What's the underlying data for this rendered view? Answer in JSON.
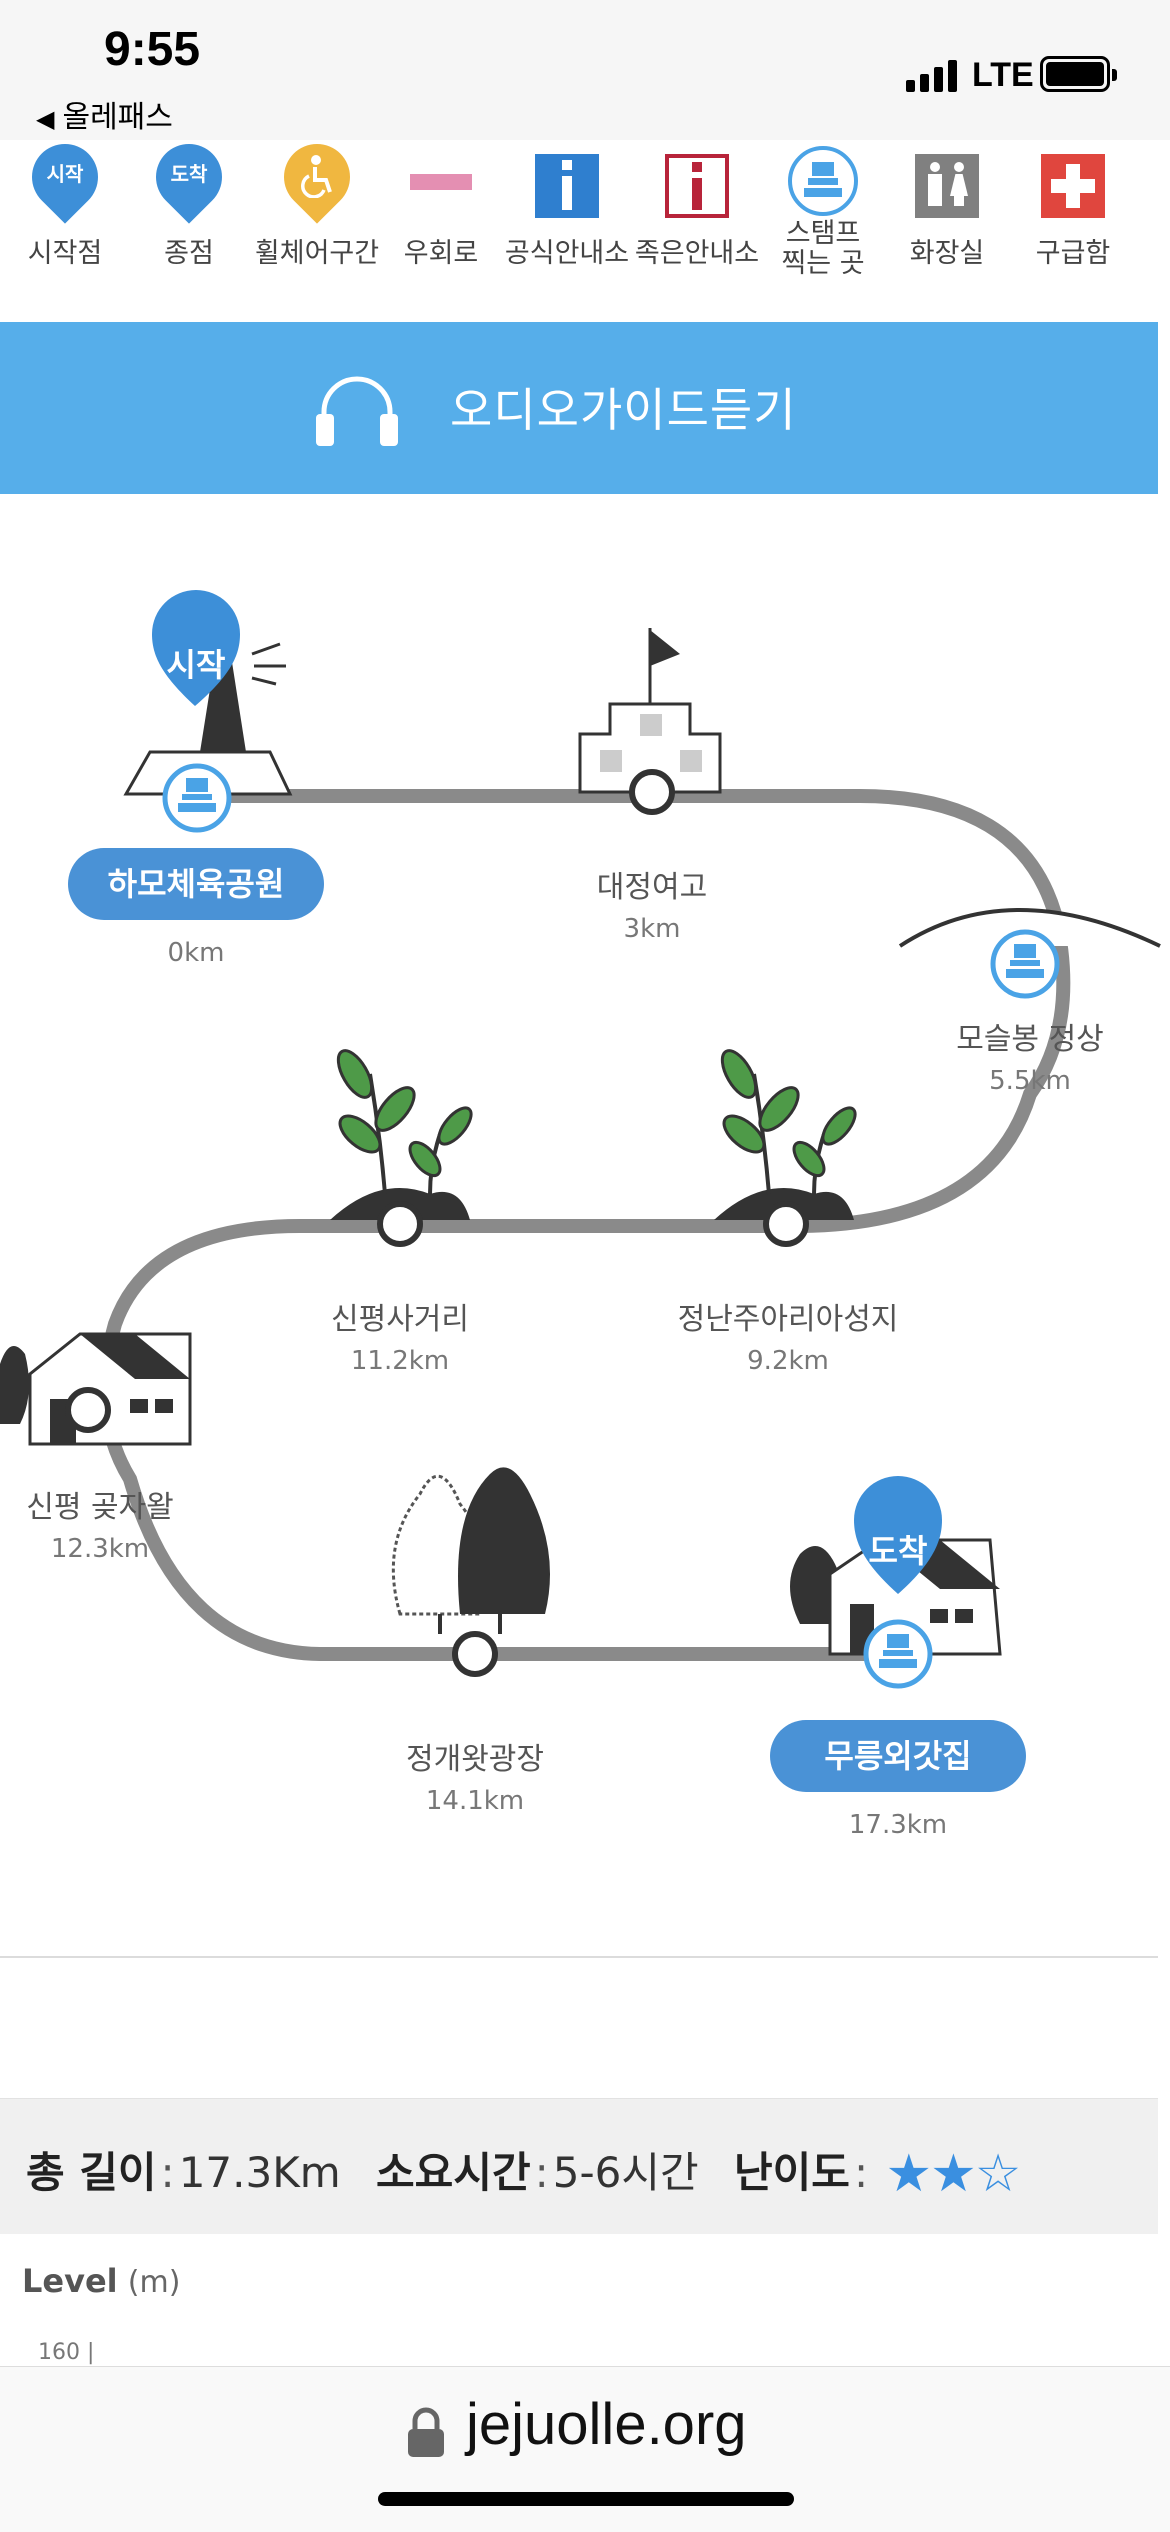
{
  "status_bar": {
    "time": "9:55",
    "back_label": "올레패스",
    "network": "LTE"
  },
  "legend": [
    {
      "label": "시작점",
      "icon": "start-pin-icon",
      "pin_text": "시작",
      "color": "#3d8fd8"
    },
    {
      "label": "종점",
      "icon": "end-pin-icon",
      "pin_text": "도착",
      "color": "#3d8fd8"
    },
    {
      "label": "휠체어구간",
      "icon": "wheelchair-pin-icon",
      "color": "#f0b740"
    },
    {
      "label": "우회로",
      "icon": "detour-line-icon",
      "color": "#e48fb2"
    },
    {
      "label": "공식안내소",
      "icon": "official-info-icon",
      "color": "#2f7fcf"
    },
    {
      "label": "족은안내소",
      "icon": "small-info-icon",
      "color": "#b8243a"
    },
    {
      "label_line1": "스탬프",
      "label_line2": "찍는 곳",
      "icon": "stamp-icon",
      "color": "#4aa3e6"
    },
    {
      "label": "화장실",
      "icon": "restroom-icon",
      "color": "#808080"
    },
    {
      "label": "구급함",
      "icon": "first-aid-icon",
      "color": "#e0463e"
    }
  ],
  "audio_guide": {
    "label": "오디오가이드듣기"
  },
  "route": {
    "start_pin": "시작",
    "end_pin": "도착",
    "stops": [
      {
        "name": "하모체육공원",
        "km": "0km"
      },
      {
        "name": "대정여고",
        "km": "3km"
      },
      {
        "name": "모슬봉 정상",
        "km": "5.5km"
      },
      {
        "name": "정난주아리아성지",
        "km": "9.2km"
      },
      {
        "name": "신평사거리",
        "km": "11.2km"
      },
      {
        "name": "신평 곶자왈",
        "km": "12.3km"
      },
      {
        "name": "정개왓광장",
        "km": "14.1km"
      },
      {
        "name": "무릉외갓집",
        "km": "17.3km"
      }
    ]
  },
  "info": {
    "length_label": "총 길이",
    "length_value": "17.3Km",
    "time_label": "소요시간",
    "time_value": "5-6시간",
    "difficulty_label": "난이도",
    "difficulty_filled": 2,
    "difficulty_max": 3,
    "stars_filled": "★★",
    "stars_empty": "☆"
  },
  "chart": {
    "level_label": "Level",
    "level_unit": "(m)",
    "tick_top": "160"
  },
  "browser": {
    "url": "jejuolle.org"
  }
}
